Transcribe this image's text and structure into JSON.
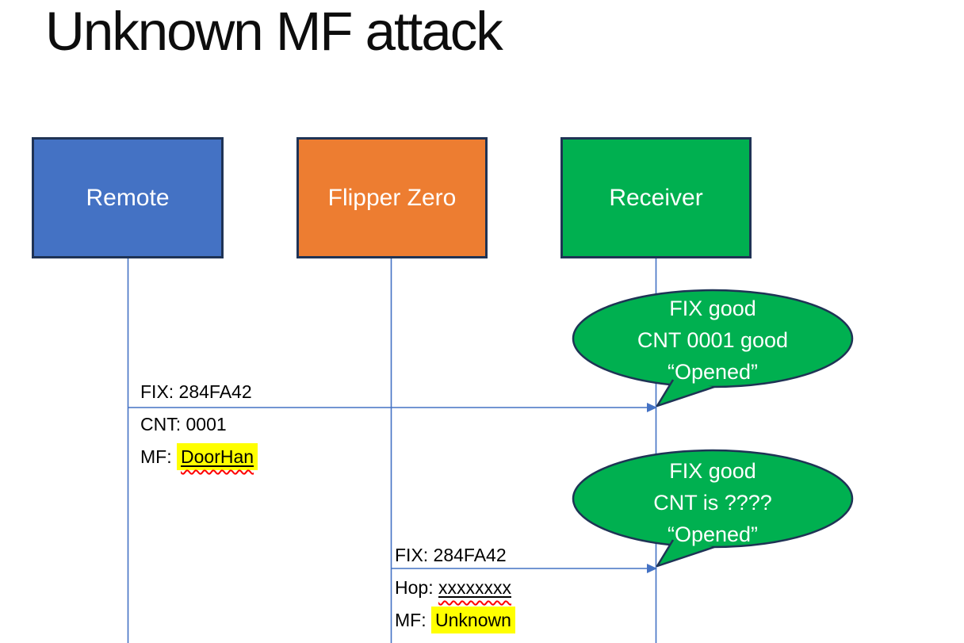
{
  "slide": {
    "title": "Unknown MF attack"
  },
  "actors": [
    {
      "label": "Remote",
      "color": "#4472C4"
    },
    {
      "label": "Flipper Zero",
      "color": "#ED7D31"
    },
    {
      "label": "Receiver",
      "color": "#00B050"
    }
  ],
  "messages": [
    {
      "from": "Remote",
      "to": "Receiver",
      "fix": "FIX: 284FA42",
      "cnt": "CNT: 0001",
      "mf_prefix": "MF: ",
      "mf_value": "DoorHan"
    },
    {
      "from": "Flipper Zero",
      "to": "Receiver",
      "fix": "FIX: 284FA42",
      "hop_prefix": "Hop: ",
      "hop_value": "xxxxxxxx",
      "mf_prefix": "MF: ",
      "mf_value": "Unknown"
    }
  ],
  "callouts": [
    {
      "l1": "FIX good",
      "l2": "CNT 0001 good",
      "l3": "“Opened”"
    },
    {
      "l1": "FIX good",
      "l2": "CNT is ????",
      "l3": "“Opened”"
    }
  ],
  "colors": {
    "actor_border": "#1F3355",
    "lifeline_blue": "#4472C4",
    "bubble_green": "#00B050",
    "highlight_yellow": "#FFFF00",
    "squiggle_red": "#FF0000"
  }
}
